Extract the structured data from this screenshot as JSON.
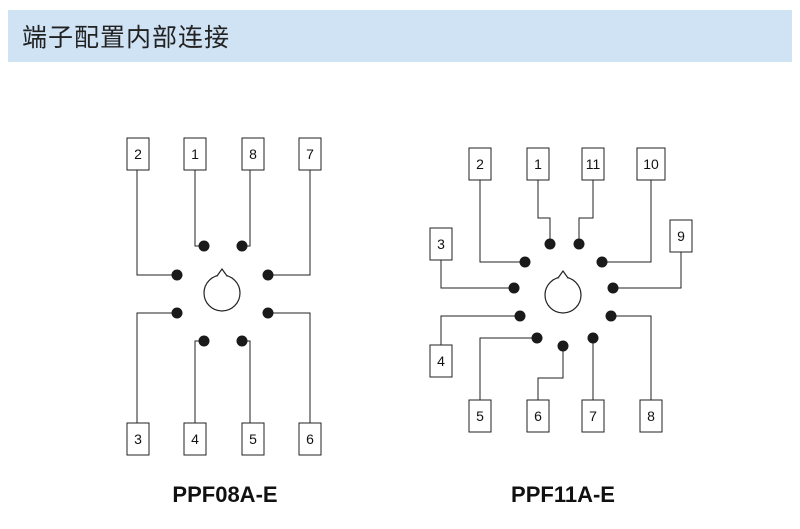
{
  "header": {
    "title": "端子配置内部连接"
  },
  "diagrams": [
    {
      "id": "ppf08a",
      "model": "PPF08A-E",
      "pins": [
        "1",
        "2",
        "3",
        "4",
        "5",
        "6",
        "7",
        "8"
      ]
    },
    {
      "id": "ppf11a",
      "model": "PPF11A-E",
      "pins": [
        "1",
        "2",
        "3",
        "4",
        "5",
        "6",
        "7",
        "8",
        "9",
        "10",
        "11"
      ]
    }
  ],
  "colors": {
    "header_bg": "#cfe3f5",
    "line": "#222222",
    "pin": "#1a1a1a"
  }
}
